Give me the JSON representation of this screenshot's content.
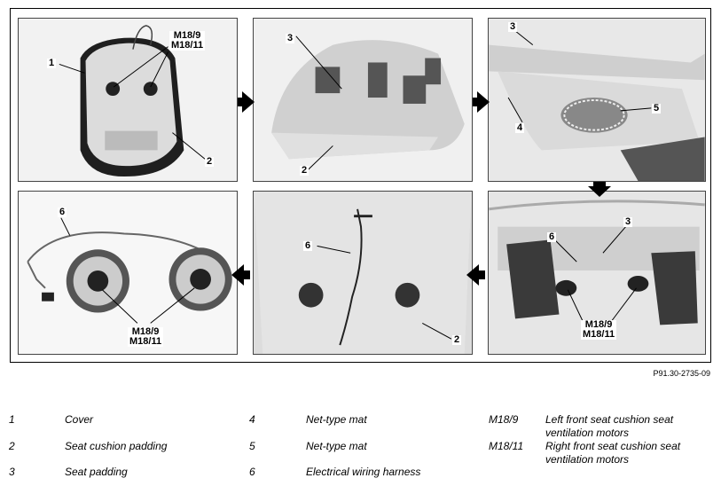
{
  "figure": {
    "code": "P91.30-2735-09",
    "callouts": {
      "panel1": {
        "c1": "1",
        "c2": "2",
        "m_top": "M18/9",
        "m_bot": "M18/11"
      },
      "panel2": {
        "c3": "3",
        "c2": "2"
      },
      "panel3": {
        "c3": "3",
        "c4": "4",
        "c5": "5"
      },
      "panel4": {
        "c6": "6",
        "m_top": "M18/9",
        "m_bot": "M18/11"
      },
      "panel5": {
        "c6": "6",
        "c2": "2"
      },
      "panel6": {
        "c3": "3",
        "c6": "6",
        "m_top": "M18/9",
        "m_bot": "M18/11"
      }
    }
  },
  "legend": [
    {
      "key": "1",
      "text": "Cover"
    },
    {
      "key": "2",
      "text": "Seat cushion padding"
    },
    {
      "key": "3",
      "text": "Seat padding"
    },
    {
      "key": "4",
      "text": "Net-type mat"
    },
    {
      "key": "5",
      "text": "Net-type mat"
    },
    {
      "key": "6",
      "text": "Electrical wiring harness"
    },
    {
      "key": "M18/9",
      "text": "Left front seat cushion seat ventilation motors"
    },
    {
      "key": "M18/11",
      "text": "Right front seat cushion seat ventilation motors"
    }
  ]
}
